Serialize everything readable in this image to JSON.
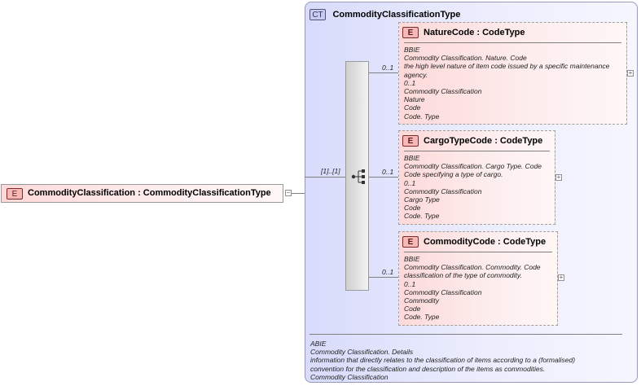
{
  "root": {
    "badge": "E",
    "label": "CommodityClassification : CommodityClassificationType",
    "collapse": "−"
  },
  "complex_type": {
    "badge": "CT",
    "name": "CommodityClassificationType",
    "cardinality": "[1]..[1]",
    "footer": [
      "ABIE",
      "Commodity Classification. Details",
      "information that directly relates to the classification of items according to a (formalised)",
      "convention for the classification and description of the items as commodities.",
      "Commodity Classification"
    ]
  },
  "elements": [
    {
      "badge": "E",
      "name": "NatureCode : CodeType",
      "cardinality": "0..1",
      "expand": "+",
      "annotation": [
        "BBIE",
        "Commodity Classification. Nature. Code",
        "the high level nature of item code issued by a specific maintenance",
        "agency.",
        "0..1",
        "Commodity Classification",
        "Nature",
        "Code",
        "Code. Type"
      ]
    },
    {
      "badge": "E",
      "name": "CargoTypeCode : CodeType",
      "cardinality": "0..1",
      "expand": "+",
      "annotation": [
        "BBIE",
        "Commodity Classification. Cargo Type. Code",
        "Code specifying a type of cargo.",
        "0..1",
        "Commodity Classification",
        "Cargo Type",
        "Code",
        "Code. Type"
      ]
    },
    {
      "badge": "E",
      "name": "CommodityCode : CodeType",
      "cardinality": "0..1",
      "expand": "+",
      "annotation": [
        "BBIE",
        "Commodity Classification. Commodity. Code",
        "classification of the type of commodity.",
        "0..1",
        "Commodity Classification",
        "Commodity",
        "Code",
        "Code. Type"
      ]
    }
  ]
}
